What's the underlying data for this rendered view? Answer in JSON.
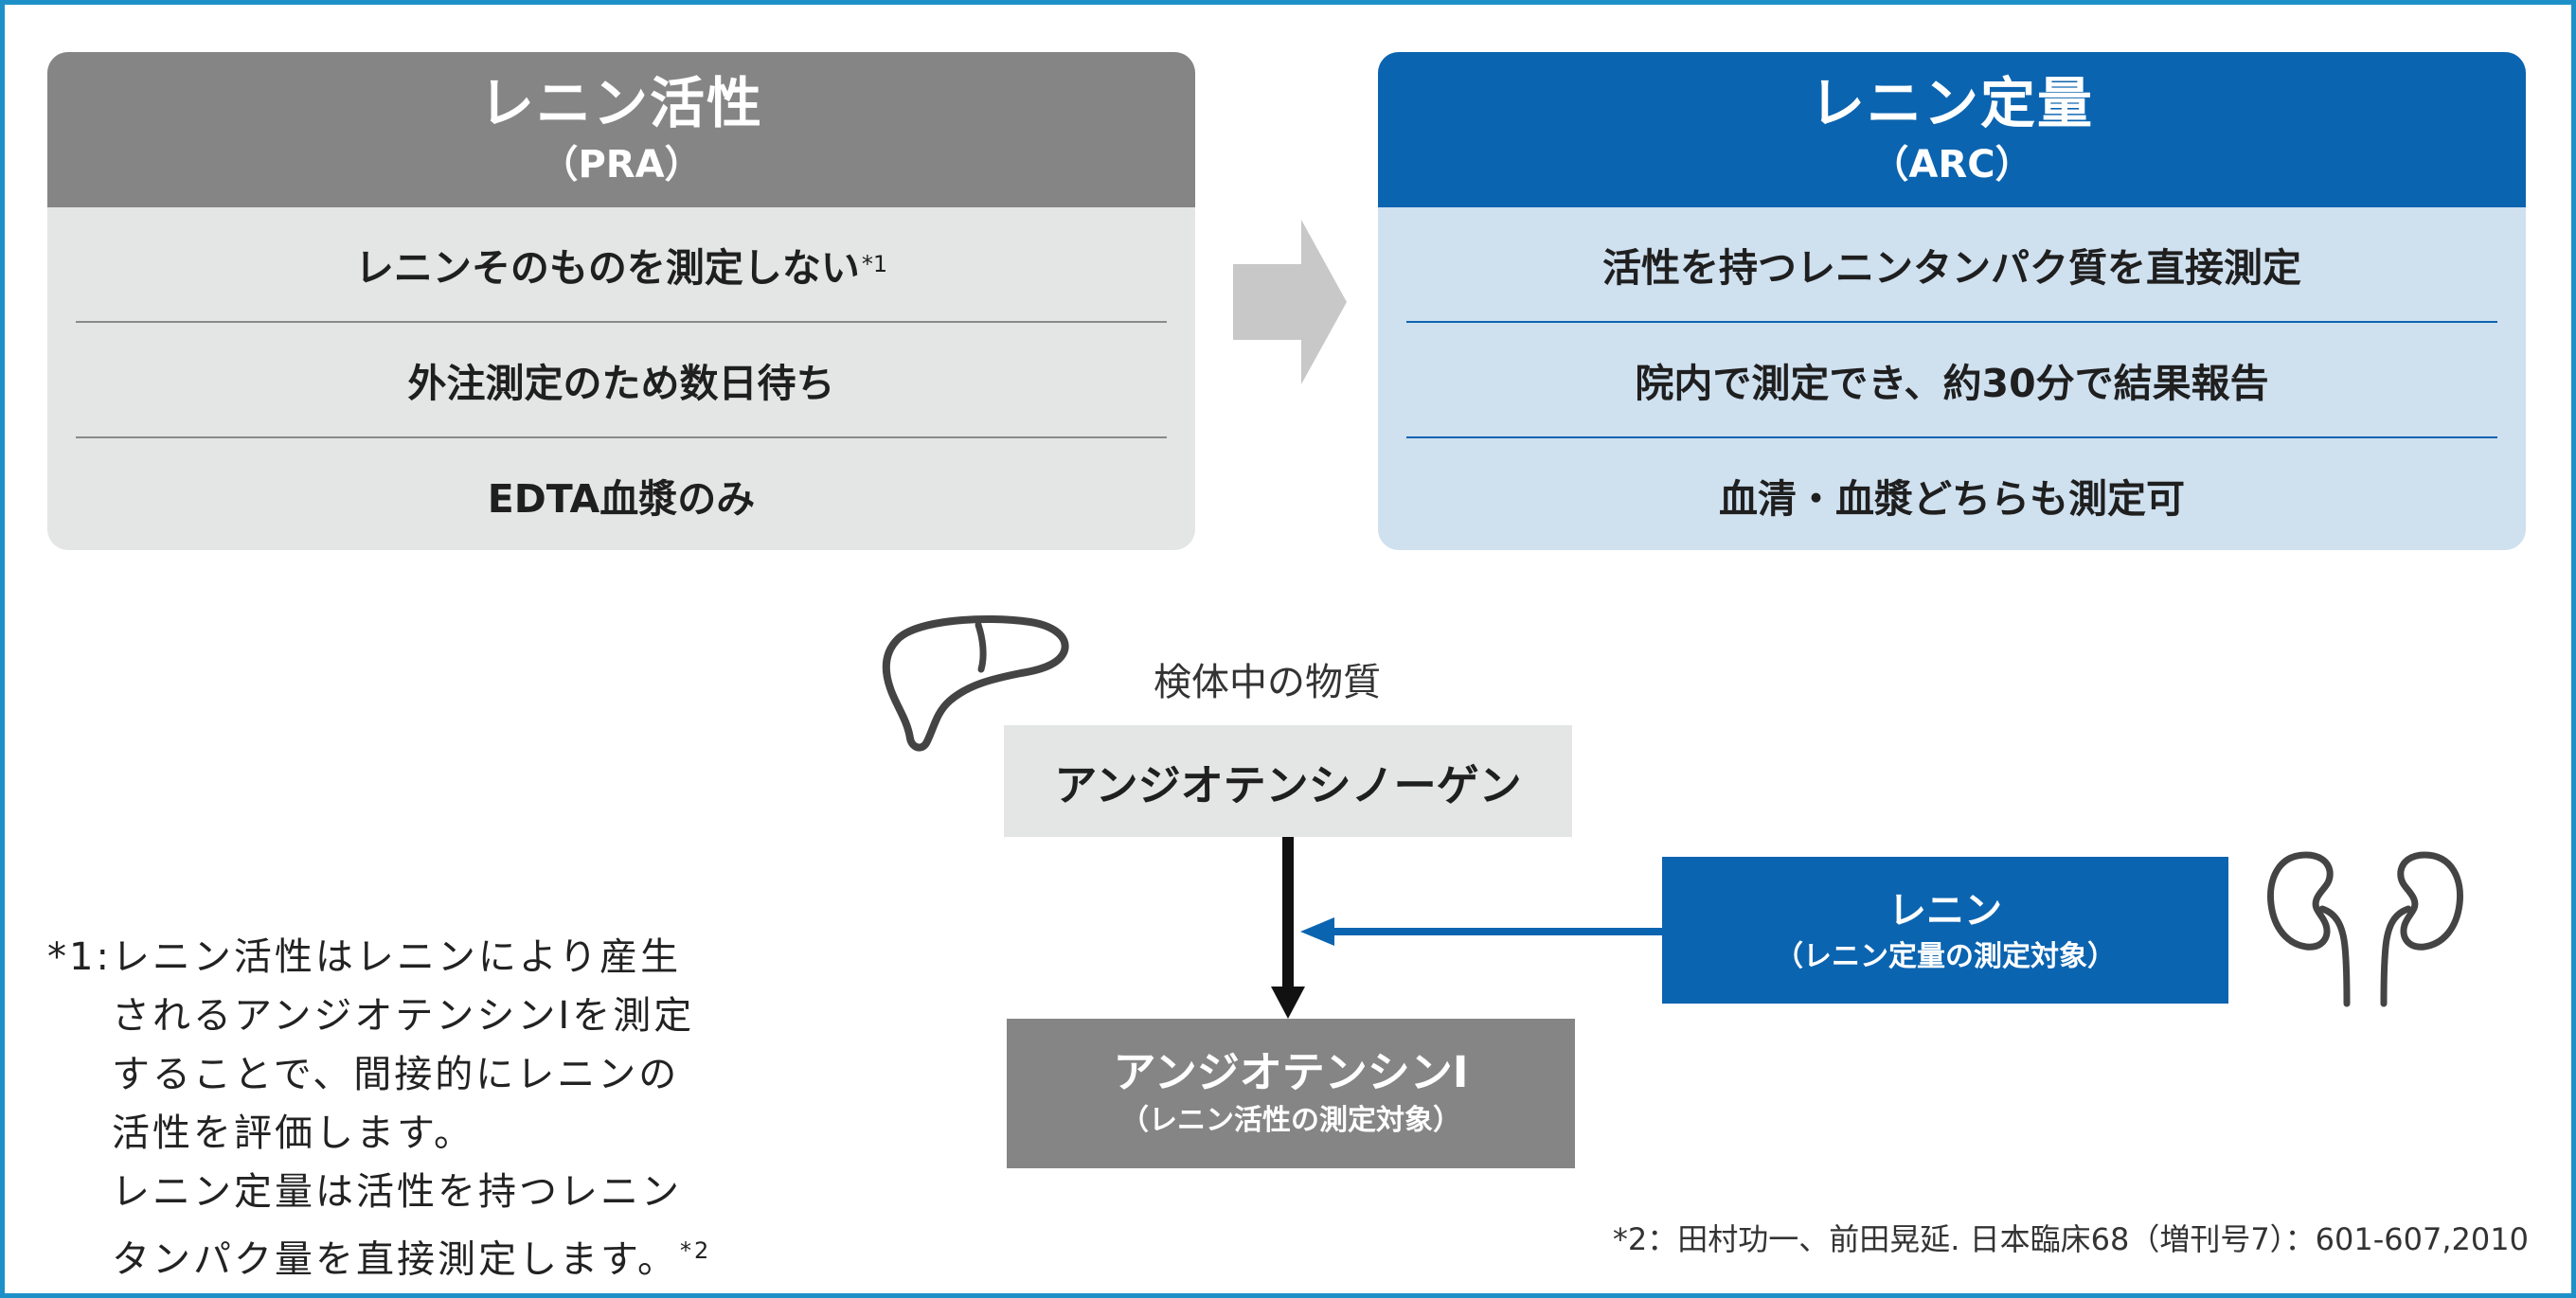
{
  "colors": {
    "frame": "#1e90c8",
    "pra_header": "#858585",
    "pra_body": "#e4e5e5",
    "arc_header": "#0b64b0",
    "arc_body": "#cfe0ef",
    "arrow_gray": "#c8c8c8",
    "arrow_blue": "#0b64b0"
  },
  "pra": {
    "title": "レニン活性",
    "subtitle": "（PRA）",
    "rows": [
      {
        "text": "レニンそのものを測定しない",
        "sup": "*1"
      },
      {
        "text": "外注測定のため数日待ち"
      },
      {
        "text": "EDTA血漿のみ"
      }
    ]
  },
  "arc": {
    "title": "レニン定量",
    "subtitle": "（ARC）",
    "rows": [
      {
        "text": "活性を持つレニンタンパク質を直接測定"
      },
      {
        "text": "院内で測定でき、約30分で結果報告"
      },
      {
        "text": "血清・血漿どちらも測定可"
      }
    ]
  },
  "diagram": {
    "sample_label": "検体中の物質",
    "angiotensinogen": "アンジオテンシノーゲン",
    "angiotensin1": {
      "name": "アンジオテンシンⅠ",
      "note": "（レニン活性の測定対象）"
    },
    "renin": {
      "name": "レニン",
      "note": "（レニン定量の測定対象）"
    },
    "icons": [
      "liver-icon",
      "kidney-icon"
    ]
  },
  "footnote1": {
    "label": "*1:",
    "lines": [
      "レニン活性はレニンにより産生",
      "されるアンジオテンシンⅠを測定",
      "することで、間接的にレニンの",
      "活性を評価します。",
      "レニン定量は活性を持つレニン",
      "タンパク量を直接測定します。"
    ],
    "sup": "*2"
  },
  "footnote2": "*2：田村功一、前田晃延. 日本臨床68（増刊号7）：601-607,2010"
}
